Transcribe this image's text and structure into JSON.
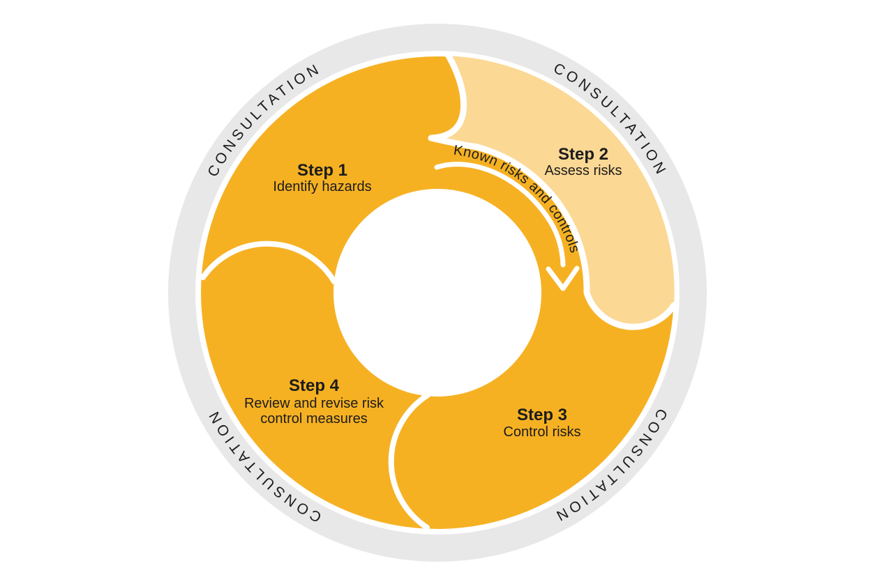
{
  "colors": {
    "ring_gray": "#E8E8E9",
    "dark_orange": "#F6B123",
    "light_orange": "#FBD894",
    "hole_white": "#FFFFFF",
    "line_white": "#FFFFFF",
    "text_black": "#1C1C1C"
  },
  "ring": {
    "label": "CONSULTATION",
    "instances": 4
  },
  "arrow": {
    "label": "Known risks and controls"
  },
  "steps": [
    {
      "title": "Step 1",
      "subtitle": "Identify hazards"
    },
    {
      "title": "Step 2",
      "subtitle": "Assess risks"
    },
    {
      "title": "Step 3",
      "subtitle": "Control risks"
    },
    {
      "title": "Step 4",
      "subtitle_line1": "Review and revise risk",
      "subtitle_line2": "control measures"
    }
  ]
}
